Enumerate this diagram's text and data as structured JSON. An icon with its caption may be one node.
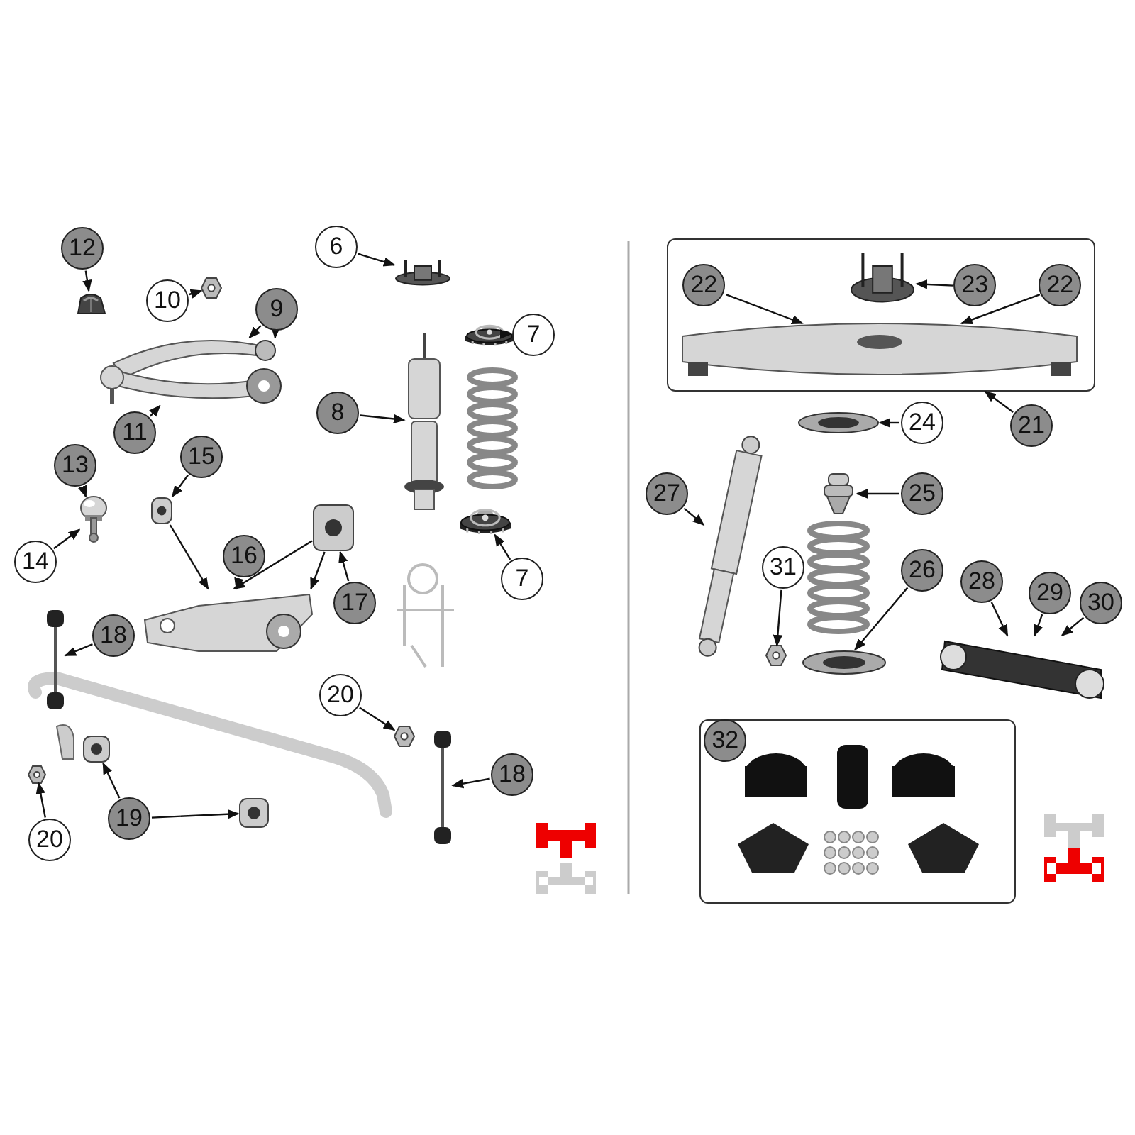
{
  "diagram": {
    "nodes": [
      {
        "text": [
          "12"
        ]
      },
      {
        "text": [],
        "shape": "picture"
      },
      {
        "text": [
          "6"
        ]
      },
      {
        "text": [],
        "shape": "picture"
      },
      {
        "text": [
          "9"
        ]
      },
      {
        "text": [
          "10"
        ]
      },
      {
        "text": [],
        "shape": "picture"
      },
      {
        "text": [],
        "shape": "picture"
      },
      {
        "text": [
          "7"
        ]
      },
      {
        "text": [],
        "shape": "picture"
      },
      {
        "text": [
          "11"
        ]
      },
      {
        "text": [
          "8"
        ]
      },
      {
        "text": [],
        "shape": "picture"
      },
      {
        "text": [
          "13"
        ]
      },
      {
        "text": [
          "15"
        ]
      },
      {
        "text": [],
        "shape": "picture"
      },
      {
        "text": [],
        "shape": "picture"
      },
      {
        "text": [
          "14"
        ]
      },
      {
        "text": [
          "16"
        ]
      },
      {
        "text": [
          "17"
        ]
      },
      {
        "text": [],
        "shape": "picture"
      },
      {
        "text": [],
        "shape": "picture"
      },
      {
        "text": [
          "7"
        ]
      },
      {
        "text": [],
        "shape": "picture"
      },
      {
        "text": [],
        "shape": "picture"
      },
      {
        "text": [
          "18"
        ]
      },
      {
        "text": [
          "20"
        ]
      },
      {
        "text": [],
        "shape": "picture"
      },
      {
        "text": [],
        "shape": "picture"
      },
      {
        "text": [
          "18"
        ]
      },
      {
        "text": [],
        "shape": "picture"
      },
      {
        "text": [],
        "shape": "picture"
      },
      {
        "text": [],
        "shape": "picture"
      },
      {
        "text": [
          "19"
        ]
      },
      {
        "text": [
          "20"
        ]
      },
      {
        "text": [],
        "shape": "box"
      },
      {
        "text": [
          "22"
        ],
        "in": 35
      },
      {
        "text": [],
        "shape": "picture",
        "in": 35
      },
      {
        "text": [
          "23"
        ],
        "in": 35
      },
      {
        "text": [
          "22"
        ],
        "in": 35
      },
      {
        "text": [],
        "shape": "picture",
        "in": 35
      },
      {
        "text": [],
        "shape": "picture"
      },
      {
        "text": [
          "24"
        ]
      },
      {
        "text": [
          "21"
        ]
      },
      {
        "text": [
          "27"
        ]
      },
      {
        "text": [],
        "shape": "picture"
      },
      {
        "text": [],
        "shape": "picture"
      },
      {
        "text": [
          "25"
        ]
      },
      {
        "text": [
          "31"
        ]
      },
      {
        "text": [],
        "shape": "picture"
      },
      {
        "text": [
          "26"
        ]
      },
      {
        "text": [],
        "shape": "picture"
      },
      {
        "text": [
          "28"
        ]
      },
      {
        "text": [
          "29"
        ]
      },
      {
        "text": [
          "30"
        ]
      },
      {
        "text": [],
        "shape": "picture"
      },
      {
        "text": [],
        "shape": "box"
      },
      {
        "text": [
          "32"
        ],
        "in": 56
      }
    ],
    "edges": [
      {
        "from": 0,
        "to": 1,
        "arrow": "to"
      },
      {
        "from": 2,
        "to": 3,
        "arrow": "to"
      },
      {
        "from": 4,
        "to": 7,
        "arrow": "to"
      },
      {
        "from": 4,
        "to": 7,
        "arrow": "to"
      },
      {
        "from": 5,
        "to": 6,
        "arrow": "to"
      },
      {
        "from": 8,
        "to": 9,
        "arrow": "to"
      },
      {
        "from": 10,
        "to": 7,
        "arrow": "to"
      },
      {
        "from": 11,
        "to": 12,
        "arrow": "to"
      },
      {
        "from": 13,
        "to": 15,
        "arrow": "to"
      },
      {
        "from": 17,
        "to": 15,
        "arrow": "to"
      },
      {
        "from": 14,
        "to": 16,
        "arrow": "to"
      },
      {
        "from": 16,
        "to": 23,
        "arrow": "to"
      },
      {
        "from": 18,
        "to": 23,
        "arrow": "to"
      },
      {
        "from": 19,
        "to": 20,
        "arrow": "to"
      },
      {
        "from": 20,
        "to": 23,
        "arrow": "to"
      },
      {
        "from": 20,
        "to": 23,
        "arrow": "to"
      },
      {
        "from": 22,
        "to": 21,
        "arrow": "to"
      },
      {
        "from": 25,
        "to": 24,
        "arrow": "to"
      },
      {
        "from": 26,
        "to": 27,
        "arrow": "to"
      },
      {
        "from": 29,
        "to": 30,
        "arrow": "to"
      },
      {
        "from": 33,
        "to": 28,
        "arrow": "to"
      },
      {
        "from": 33,
        "to": 32,
        "arrow": "to"
      },
      {
        "from": 34,
        "to": 31,
        "arrow": "to"
      },
      {
        "from": 36,
        "to": 40,
        "arrow": "to"
      },
      {
        "from": 38,
        "to": 37,
        "arrow": "to"
      },
      {
        "from": 39,
        "to": 40,
        "arrow": "to"
      },
      {
        "from": 42,
        "to": 41,
        "arrow": "to"
      },
      {
        "from": 43,
        "to": 35,
        "arrow": "to"
      },
      {
        "from": 44,
        "to": 45,
        "arrow": "to"
      },
      {
        "from": 47,
        "to": 46,
        "arrow": "to"
      },
      {
        "from": 48,
        "to": 49,
        "arrow": "to"
      },
      {
        "from": 50,
        "to": 51,
        "arrow": "to"
      },
      {
        "from": 52,
        "to": 55,
        "arrow": "to"
      },
      {
        "from": 53,
        "to": 55,
        "arrow": "to"
      },
      {
        "from": 54,
        "to": 55,
        "arrow": "to"
      }
    ]
  }
}
